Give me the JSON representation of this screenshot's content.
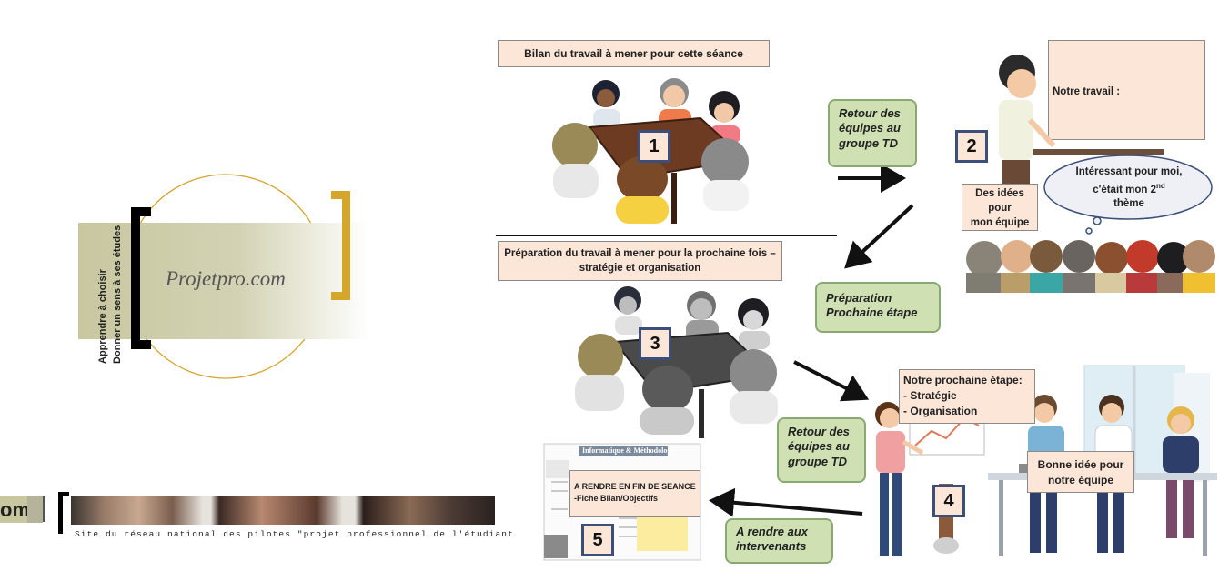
{
  "logo": {
    "brand": "Projetpro.com",
    "tagline_1": "Apprendre à choisir",
    "tagline_2": "Donner un sens à ses études"
  },
  "banner": {
    "left_text": "om",
    "caption": "Site du réseau national des pilotes \"projet professionnel de l'étudiant"
  },
  "steps": {
    "s1_title": "Bilan du travail à mener pour cette séance",
    "s1_num": "1",
    "s2_num": "2",
    "s2_board": "Notre travail :",
    "s2_bubble_1": "Intéressant pour moi, c'était mon 2",
    "s2_bubble_sup": "nd",
    "s2_bubble_2": "thème",
    "s2_ideas": "Des idées\npour\nmon équipe",
    "s3_title": "Préparation du travail à mener pour la prochaine fois –\nstratégie et organisation",
    "s3_num": "3",
    "s4_num": "4",
    "s4_board": "Notre prochaine étape:\n- Stratégie\n- Organisation",
    "s4_bubble": "Bonne idée pour\nnotre équipe",
    "s5_num": "5",
    "s5_note": "A RENDRE EN FIN DE SEANCE\n-Fiche Bilan/Objectifs",
    "s5_doc_header": "Informatique & Méthodologie"
  },
  "arrows_labels": {
    "retour_1": "Retour des\néquipes au\ngroupe  TD",
    "preparation": "Préparation\nProchaine étape",
    "retour_2": "Retour des\néquipes au\ngroupe  TD",
    "rendre": "A rendre aux\nintervenants"
  },
  "colors": {
    "gold": "#d4a62a",
    "olive": "#c8c7a0",
    "green_box": "#cfe0b3",
    "peach": "#fbe6d8",
    "number_border": "#3c4f7a"
  }
}
